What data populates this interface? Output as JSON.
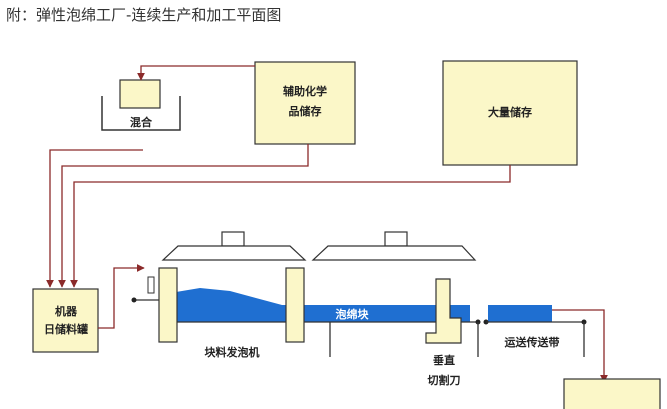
{
  "title": "附：弹性泡绵工厂-连续生产和加工平面图",
  "nodes": {
    "mixing": "混合",
    "aux_chem_line1": "辅助化学",
    "aux_chem_line2": "品储存",
    "bulk_storage": "大量储存",
    "daily_tank_line1": "机器",
    "daily_tank_line2": "日储料罐",
    "foam_block": "泡绵块",
    "block_foamer": "块料发泡机",
    "vertical_cutter_line1": "垂直",
    "vertical_cutter_line2": "切割刀",
    "conveyor": "运送传送带"
  },
  "colors": {
    "box_fill": "#fbf7c8",
    "box_stroke": "#333333",
    "arrow": "#8b2a2a",
    "foam": "#1f6fd1",
    "line": "#333333"
  }
}
